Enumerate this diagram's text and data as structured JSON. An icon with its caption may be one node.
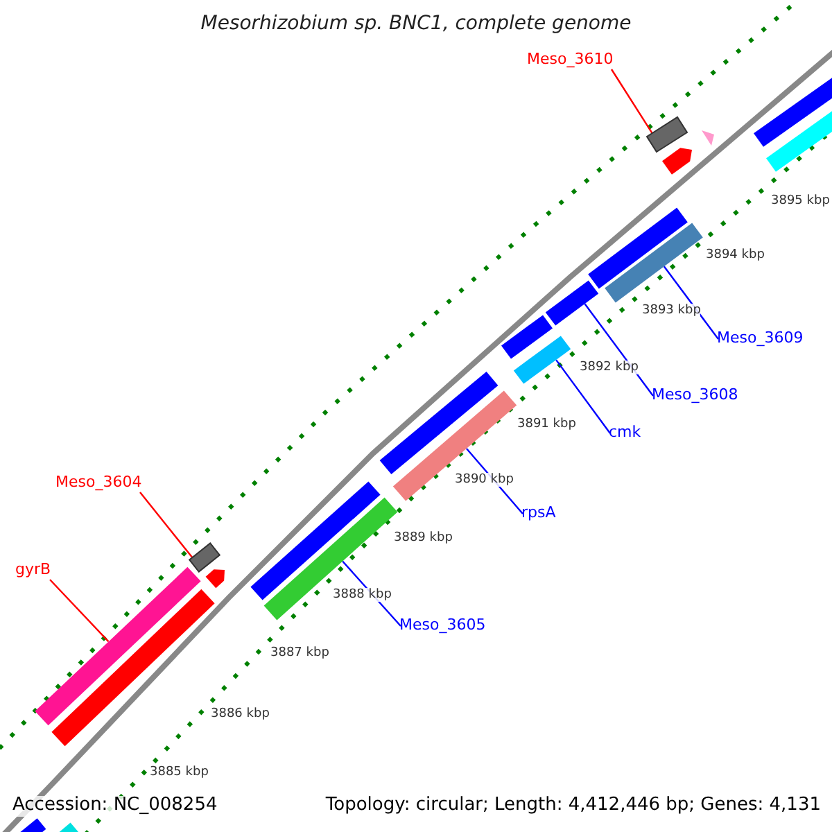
{
  "diagram": {
    "title": "Mesorhizobium sp. BNC1, complete genome",
    "nodes": [
      {
        "text": [
          "Meso_3610"
        ]
      },
      {
        "text": [],
        "shape": "box"
      },
      {
        "text": [
          "Meso_3609"
        ]
      },
      {
        "text": [],
        "shape": "bar"
      },
      {
        "text": [
          "Meso_3608"
        ]
      },
      {
        "text": [],
        "shape": "bar"
      },
      {
        "text": [
          "cmk"
        ]
      },
      {
        "text": [],
        "shape": "bar"
      },
      {
        "text": [
          "rpsA"
        ]
      },
      {
        "text": [],
        "shape": "bar"
      },
      {
        "text": [
          "Meso_3604"
        ]
      },
      {
        "text": [],
        "shape": "box"
      },
      {
        "text": [
          "gyrB"
        ]
      },
      {
        "text": [],
        "shape": "bar"
      },
      {
        "text": [
          "Meso_3605"
        ]
      },
      {
        "text": [],
        "shape": "bar"
      },
      {
        "text": [],
        "shape": "arrow"
      },
      {
        "text": [],
        "shape": "triangle"
      },
      {
        "text": [],
        "shape": "bar"
      },
      {
        "text": [],
        "shape": "bar"
      },
      {
        "text": [],
        "shape": "bar"
      },
      {
        "text": [],
        "shape": "bar"
      },
      {
        "text": [],
        "shape": "bar"
      },
      {
        "text": [],
        "shape": "bar"
      },
      {
        "text": [],
        "shape": "arrow"
      },
      {
        "text": [],
        "shape": "bar"
      },
      {
        "text": [],
        "shape": "bar"
      },
      {
        "text": [],
        "shape": "bar"
      }
    ],
    "edges": [
      {
        "from": 0,
        "to": 1,
        "arrow": "none",
        "color": "#ff0000"
      },
      {
        "from": 2,
        "to": 3,
        "arrow": "none"
      },
      {
        "from": 4,
        "to": 5,
        "arrow": "none"
      },
      {
        "from": 6,
        "to": 7,
        "arrow": "none"
      },
      {
        "from": 8,
        "to": 9,
        "arrow": "none"
      },
      {
        "from": 10,
        "to": 11,
        "arrow": "none",
        "color": "#ff0000"
      },
      {
        "from": 12,
        "to": 13,
        "arrow": "none",
        "color": "#ff0000"
      },
      {
        "from": 14,
        "to": 15,
        "arrow": "none"
      }
    ],
    "labels": [
      "3895 kbp",
      "3894 kbp",
      "3893 kbp",
      "3892 kbp",
      "3891 kbp",
      "3890 kbp",
      "3889 kbp",
      "3888 kbp",
      "3887 kbp",
      "3886 kbp",
      "3885 kbp",
      "Accession: NC_008254",
      "Topology: circular; Length: 4,412,446 bp; Genes: 4,131"
    ]
  }
}
